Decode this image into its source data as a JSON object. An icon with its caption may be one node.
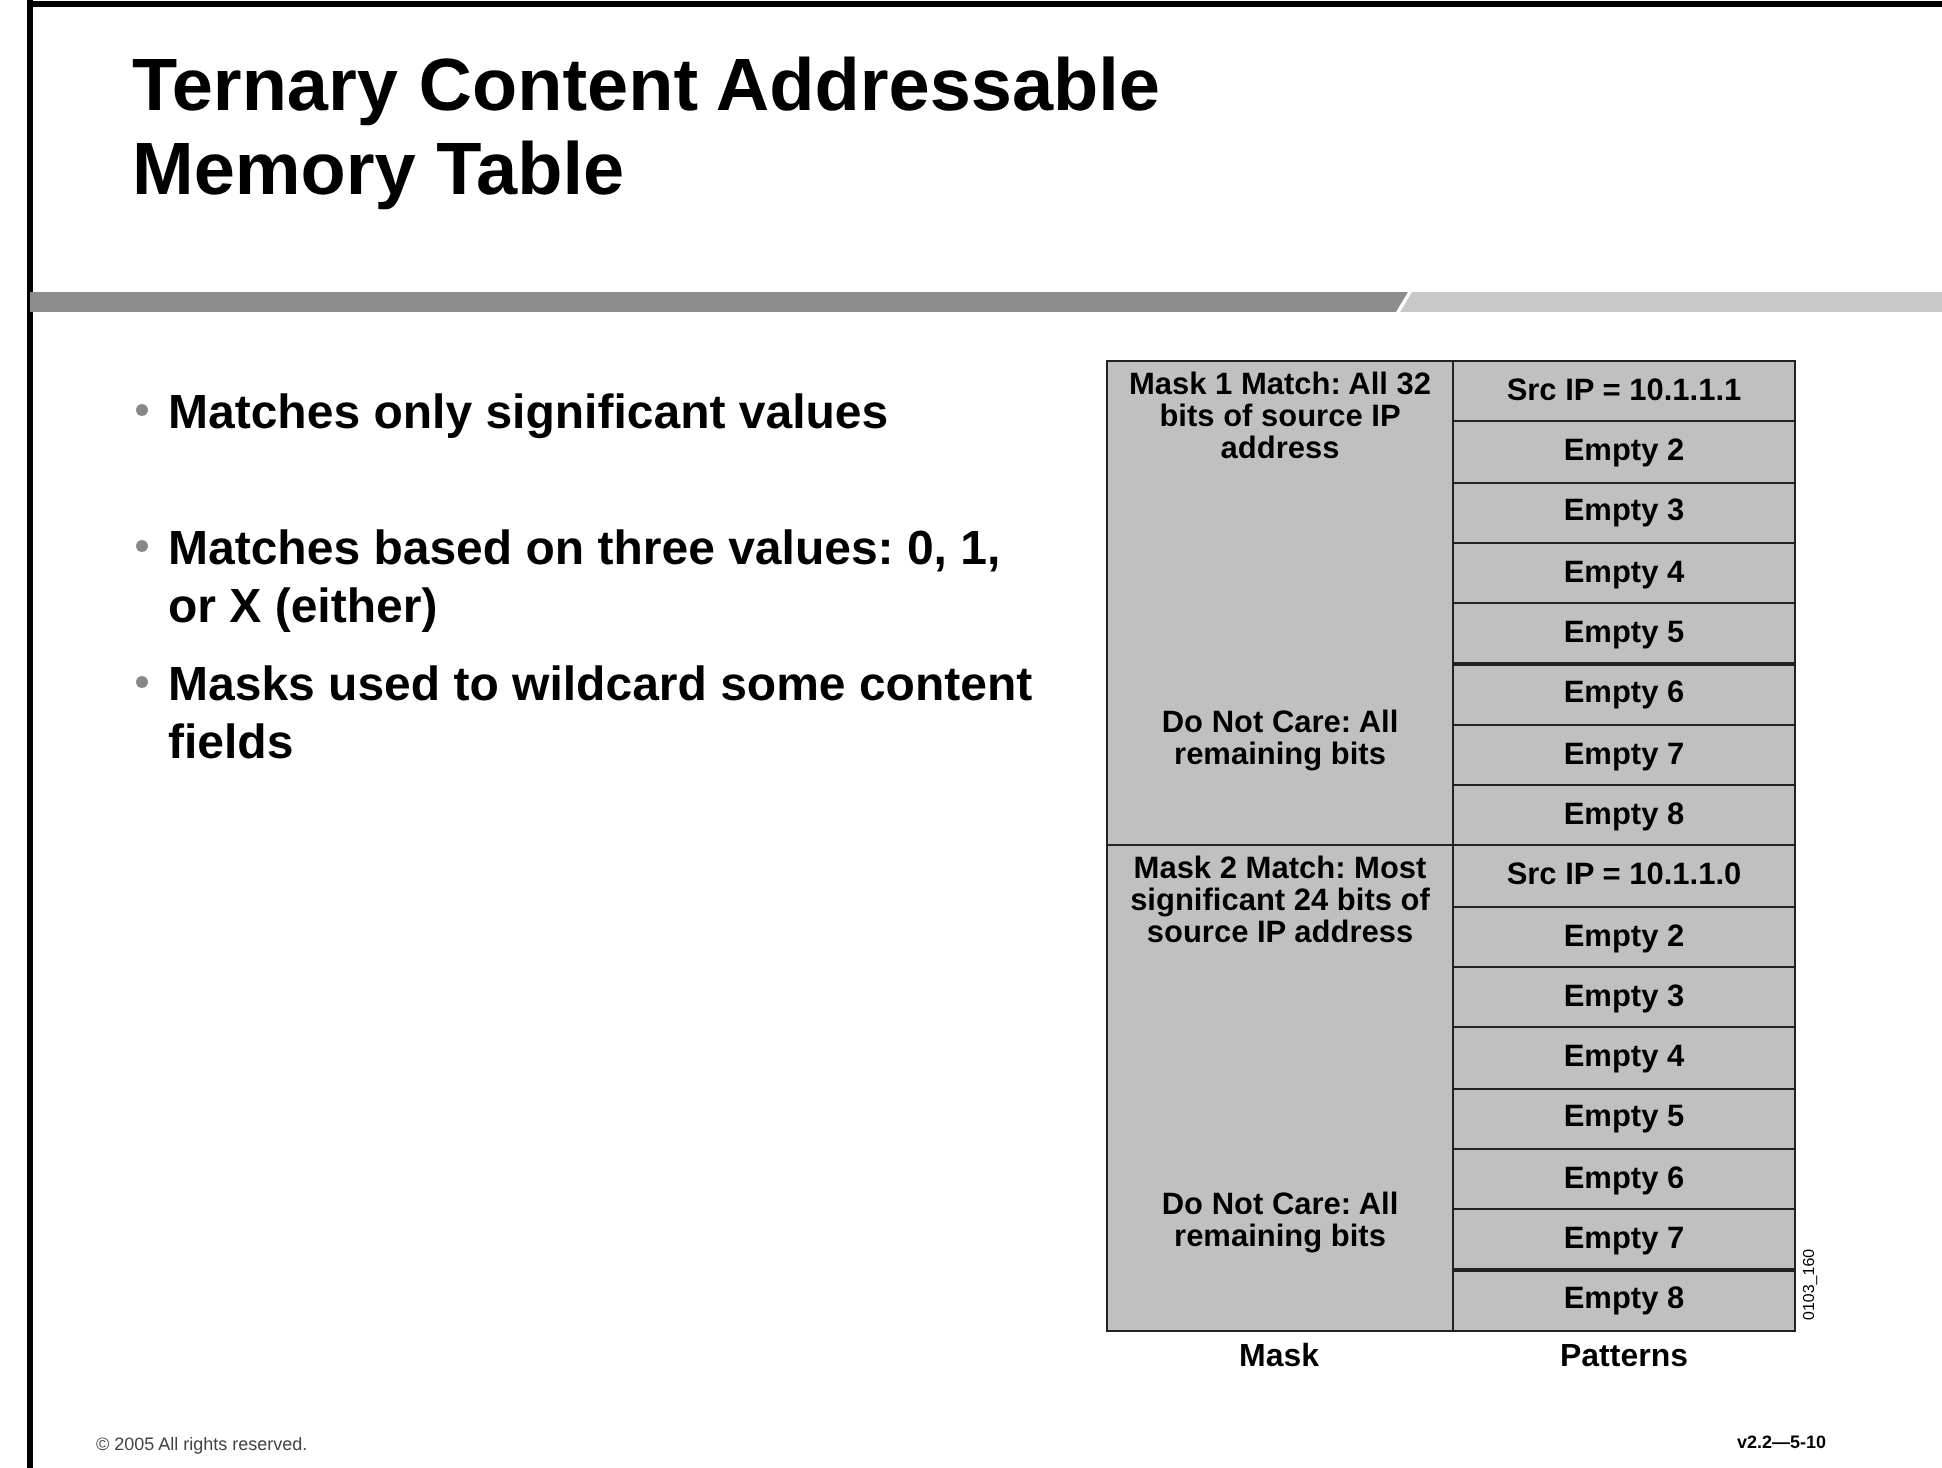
{
  "diagram": {
    "title": "Ternary Content Addressable Memory Table",
    "nodes": [
      {
        "text": [
          "Mask 1 Match: All 32 bits of source IP address",
          "Do Not Care: All remaining bits"
        ]
      },
      {
        "text": [
          "Src IP = 10.1.1.1"
        ]
      },
      {
        "text": [
          "Empty 2"
        ]
      },
      {
        "text": [
          "Empty 3"
        ]
      },
      {
        "text": [
          "Empty 4"
        ]
      },
      {
        "text": [
          "Empty 5"
        ]
      },
      {
        "text": [
          "Empty 6"
        ]
      },
      {
        "text": [
          "Empty 7"
        ]
      },
      {
        "text": [
          "Empty 8"
        ]
      },
      {
        "text": [
          "Mask 2 Match: Most significant 24 bits of source IP address",
          "Do Not Care: All remaining bits"
        ]
      },
      {
        "text": [
          "Src IP = 10.1.1.0"
        ]
      },
      {
        "text": [
          "Empty 2"
        ]
      },
      {
        "text": [
          "Empty 3"
        ]
      },
      {
        "text": [
          "Empty 4"
        ]
      },
      {
        "text": [
          "Empty 5"
        ]
      },
      {
        "text": [
          "Empty 6"
        ]
      },
      {
        "text": [
          "Empty 7"
        ]
      },
      {
        "text": [
          "Empty 8"
        ]
      }
    ],
    "edges": [],
    "labels": [
      "Matches only significant values",
      "Matches based on three values: 0, 1, or X (either)",
      "Masks used to wildcard some content fields",
      "Mask",
      "Patterns",
      "0103_160",
      "© 2005 All rights reserved.",
      "v2.2—5-10"
    ]
  }
}
